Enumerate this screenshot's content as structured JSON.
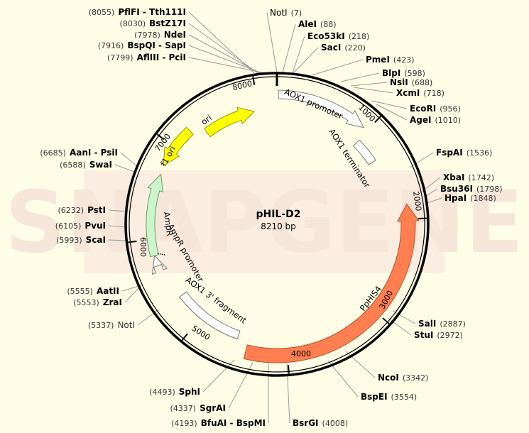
{
  "plasmid": {
    "name": "pHIL-D2",
    "size_label": "8210 bp",
    "length": 8210
  },
  "watermark": "SNAPGENE",
  "colors": {
    "background": "#fffde6",
    "ori": "#ffff00",
    "f1ori": "#ffff00",
    "ampr": "#ccf5cc",
    "pphis4": "#ff7f50",
    "outline_only": "#ffffff"
  },
  "ticks": [
    {
      "label": "1000"
    },
    {
      "label": "2000"
    },
    {
      "label": "3000"
    },
    {
      "label": "4000"
    },
    {
      "label": "5000"
    },
    {
      "label": "6000"
    },
    {
      "label": "7000"
    },
    {
      "label": "8000"
    }
  ],
  "features": [
    {
      "label": "AOX1 promoter"
    },
    {
      "label": "AOX1 terminator"
    },
    {
      "label": "PpHIS4"
    },
    {
      "label": "AOX1 3' fragment"
    },
    {
      "label": "AmpR promoter"
    },
    {
      "label": "AmpR"
    },
    {
      "label": "f1 ori"
    },
    {
      "label": "ori"
    }
  ],
  "sites": [
    {
      "name": "PflFI - Tth111I",
      "pos": "(8055)"
    },
    {
      "name": "BstZ17I",
      "pos": "(8030)"
    },
    {
      "name": "NdeI",
      "pos": "(7978)"
    },
    {
      "name": "BspQI - SapI",
      "pos": "(7916)"
    },
    {
      "name": "AflIII - PciI",
      "pos": "(7799)"
    },
    {
      "name": "NotI",
      "pos": "(7)"
    },
    {
      "name": "AleI",
      "pos": "(88)"
    },
    {
      "name": "Eco53kI",
      "pos": "(218)"
    },
    {
      "name": "SacI",
      "pos": "(220)"
    },
    {
      "name": "PmeI",
      "pos": "(423)"
    },
    {
      "name": "BlpI",
      "pos": "(598)"
    },
    {
      "name": "NsiI",
      "pos": "(688)"
    },
    {
      "name": "XcmI",
      "pos": "(718)"
    },
    {
      "name": "EcoRI",
      "pos": "(956)"
    },
    {
      "name": "AgeI",
      "pos": "(1010)"
    },
    {
      "name": "FspAI",
      "pos": "(1536)"
    },
    {
      "name": "XbaI",
      "pos": "(1742)"
    },
    {
      "name": "Bsu36I",
      "pos": "(1798)"
    },
    {
      "name": "HpaI",
      "pos": "(1848)"
    },
    {
      "name": "SalI",
      "pos": "(2887)"
    },
    {
      "name": "StuI",
      "pos": "(2972)"
    },
    {
      "name": "NcoI",
      "pos": "(3342)"
    },
    {
      "name": "BspEI",
      "pos": "(3554)"
    },
    {
      "name": "BsrGI",
      "pos": "(4008)"
    },
    {
      "name": "BfuAI - BspMI",
      "pos": "(4193)"
    },
    {
      "name": "SgrAI",
      "pos": "(4337)"
    },
    {
      "name": "SphI",
      "pos": "(4493)"
    },
    {
      "name": "AanI - PsiI",
      "pos": "(6685)"
    },
    {
      "name": "SwaI",
      "pos": "(6588)"
    },
    {
      "name": "PstI",
      "pos": "(6232)"
    },
    {
      "name": "PvuI",
      "pos": "(6105)"
    },
    {
      "name": "ScaI",
      "pos": "(5993)"
    },
    {
      "name": "AatII",
      "pos": "(5555)"
    },
    {
      "name": "ZraI",
      "pos": "(5553)"
    }
  ],
  "plain_sites": [
    {
      "name": "NotI",
      "pos": "(5337)"
    }
  ]
}
